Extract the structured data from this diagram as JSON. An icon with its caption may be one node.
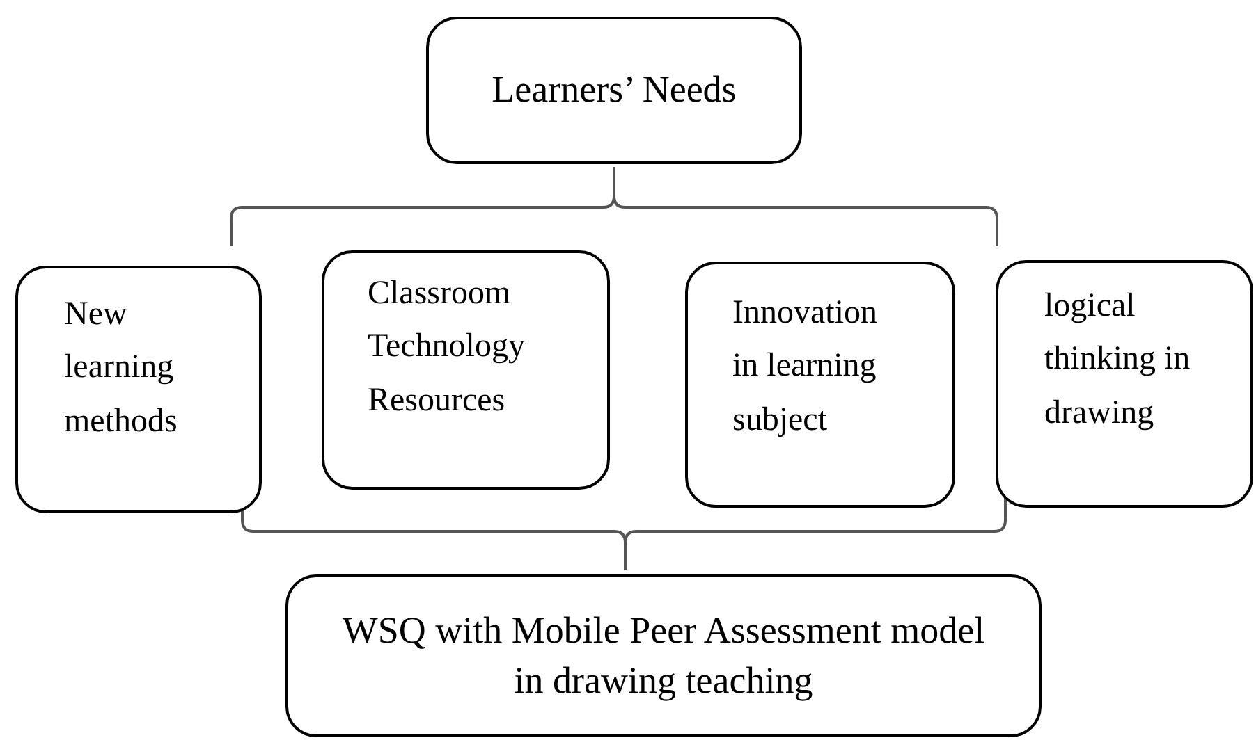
{
  "diagram": {
    "nodes": [
      {
        "text": [
          "Learners’ Needs"
        ]
      },
      {
        "text": [
          "New learning methods"
        ]
      },
      {
        "text": [
          "Classroom Technology Resources"
        ]
      },
      {
        "text": [
          "Innovation in learning subject"
        ]
      },
      {
        "text": [
          "logical thinking in drawing"
        ]
      },
      {
        "text": [
          "WSQ with Mobile Peer Assessment model in drawing teaching"
        ]
      }
    ]
  }
}
